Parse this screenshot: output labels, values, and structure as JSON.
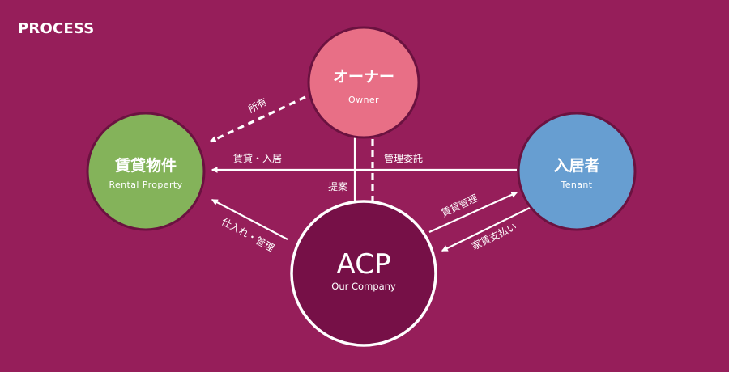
{
  "header": {
    "title": "PROCESS"
  },
  "colors": {
    "background": "#961e5a",
    "owner": "#e86f86",
    "property": "#84b35a",
    "tenant": "#679ed1",
    "company": "#761047",
    "outline": "#6b1240",
    "line": "#ffffff"
  },
  "nodes": {
    "owner": {
      "title": "オーナー",
      "subtitle": "Owner"
    },
    "property": {
      "title": "賃貸物件",
      "subtitle": "Rental Property"
    },
    "tenant": {
      "title": "入居者",
      "subtitle": "Tenant"
    },
    "company": {
      "title": "ACP",
      "subtitle": "Our Company"
    }
  },
  "edges": {
    "ownership": "所有",
    "rent_move_in": "賃貸・入居",
    "proposal": "提案",
    "management_commission": "管理委託",
    "procurement_management": "仕入れ・管理",
    "rent_management": "賃貸管理",
    "rent_payment": "家賃支払い"
  }
}
